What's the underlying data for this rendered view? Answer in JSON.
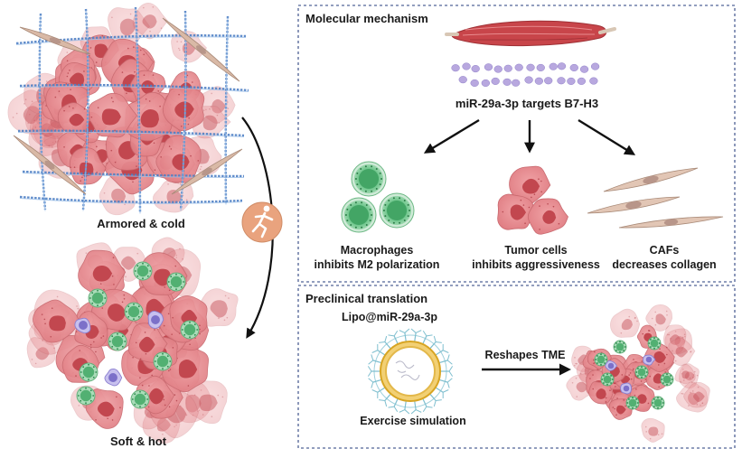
{
  "left": {
    "top_label": "Armored & cold",
    "bottom_label": "Soft & hot",
    "exercise_icon": "running-person-icon"
  },
  "mechanism": {
    "title": "Molecular mechanism",
    "target_label": "miR-29a-3p targets B7-H3",
    "macrophages": {
      "line1": "Macrophages",
      "line2": "inhibits M2 polarization"
    },
    "tumor": {
      "line1": "Tumor cells",
      "line2": "inhibits aggressiveness"
    },
    "cafs": {
      "line1": "CAFs",
      "line2": "decreases collagen"
    }
  },
  "translation": {
    "title": "Preclinical translation",
    "lipo_label": "Lipo@miR-29a-3p",
    "exercise_label": "Exercise simulation",
    "arrow_label": "Reshapes TME"
  },
  "colors": {
    "dashed_border": "#6f7fa8",
    "tumor_pink": "#e9888c",
    "tumor_dark": "#c2474f",
    "macrophage_green": "#6cc58a",
    "nk_purple": "#8b7fd0",
    "collagen_blue": "#4f7fc4",
    "caf_tan": "#d9b9a6",
    "muscle_red": "#c8454a",
    "exercise_circle": "#e9a37e",
    "lipo_gold": "#e0b23c"
  }
}
